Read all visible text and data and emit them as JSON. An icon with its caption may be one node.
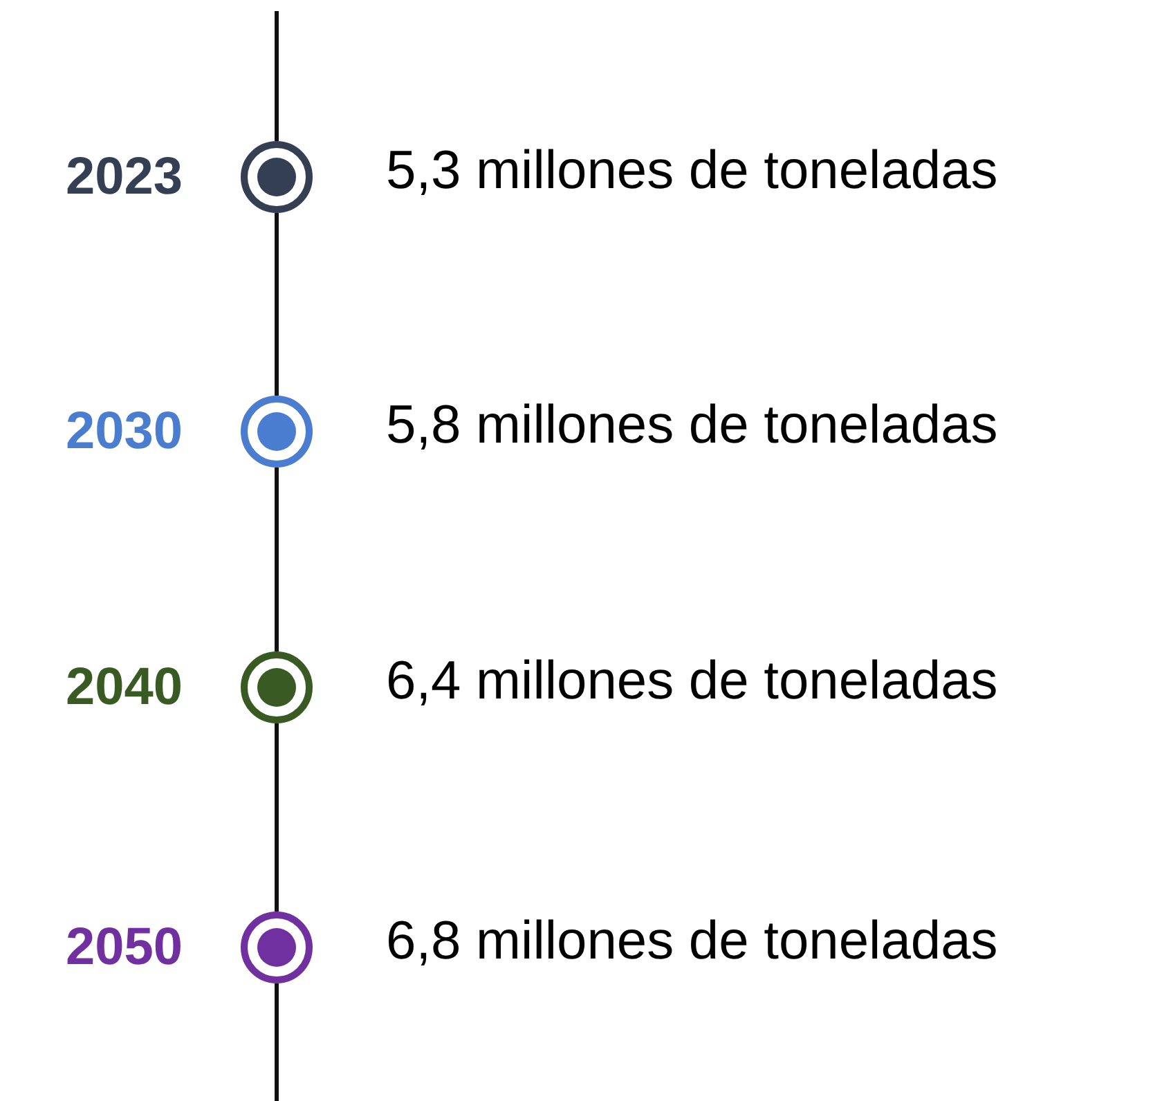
{
  "diagram": {
    "nodes": [
      {
        "text": [],
        "shape": "circle",
        "beside": [
          "2023",
          "5,3 millones de toneladas"
        ]
      },
      {
        "text": [],
        "shape": "circle",
        "beside": [
          "2030",
          "5,8 millones de toneladas"
        ]
      },
      {
        "text": [],
        "shape": "circle",
        "beside": [
          "2040",
          "6,4 millones de toneladas"
        ]
      },
      {
        "text": [],
        "shape": "circle",
        "beside": [
          "2050",
          "6,8 millones de toneladas"
        ]
      }
    ],
    "edges": [
      {
        "from": null,
        "to": 0,
        "arrow": "none"
      },
      {
        "from": 0,
        "to": 1,
        "arrow": "none"
      },
      {
        "from": 1,
        "to": 2,
        "arrow": "none"
      },
      {
        "from": 2,
        "to": 3,
        "arrow": "none"
      },
      {
        "from": 3,
        "to": null,
        "arrow": "none"
      }
    ]
  }
}
